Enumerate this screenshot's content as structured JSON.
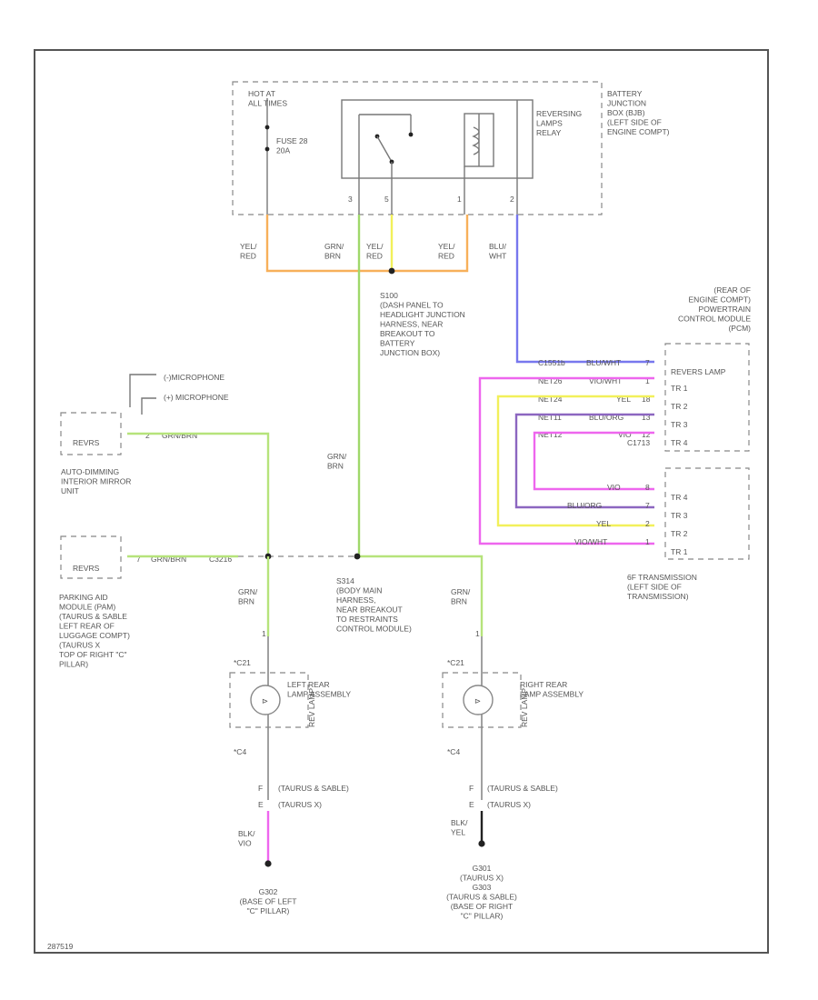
{
  "colors": {
    "orange": "#f7b05a",
    "green": "#9fd86a",
    "yellow": "#f2f05a",
    "blue": "#7777ee",
    "magenta": "#ee66ee",
    "purple": "#8c66c0",
    "lightgreen": "#b6e37b",
    "frame": "#555555"
  },
  "top": {
    "hot_at_battery": "HOT AT\nALL TIMES",
    "fuse": "FUSE 28\n20A",
    "relay": "REVERSING\nLAMPS\nRELAY",
    "bjb": "BATTERY\nJUNCTION\nBOX (BJB)\n(LEFT SIDE OF\nENGINE COMPT)",
    "pins": [
      "3",
      "5",
      "1",
      "2"
    ],
    "wire_yel_red_1": "YEL/\nRED",
    "wire_grn_brn": "GRN/\nBRN",
    "wire_yel_red_2": "YEL/\nRED",
    "wire_yel_red_3": "YEL/\nRED",
    "wire_blu_wht": "BLU/\nWHT",
    "splice_s100": "S100\n(DASH PANEL TO\nHEADLIGHT JUNCTION\nHARNESS, NEAR\nBREAKOUT TO\nBATTERY\nJUNCTION BOX)"
  },
  "pcm": {
    "location": "(REAR OF\nENGINE COMPT)\nPOWERTRAIN\nCONTROL MODULE\n(PCM)",
    "pins": [
      "REVERS LAMP",
      "TR 1",
      "TR 2",
      "TR 3",
      "TR 4"
    ],
    "wires": [
      [
        "C1551b",
        "BLU/WHT",
        "7"
      ],
      [
        "NET26",
        "VIO/WHT",
        "1"
      ],
      [
        "NET24",
        "YEL",
        "18"
      ],
      [
        "NET11",
        "BLU/ORG",
        "13"
      ],
      [
        "NET12",
        "VIO",
        "12"
      ]
    ],
    "connector": "C1713",
    "trans_pins": [
      "TR 4",
      "TR 3",
      "TR 2",
      "TR 1"
    ],
    "trans_wires": [
      [
        "VIO",
        "8"
      ],
      [
        "BLU/ORG",
        "7"
      ],
      [
        "YEL",
        "2"
      ],
      [
        "VIO/WHT",
        "1"
      ]
    ],
    "trans_label": "6F TRANSMISSION\n(LEFT SIDE OF\nTRANSMISSION)"
  },
  "mirror": {
    "mic1": "(-)MICROPHONE",
    "mic2": "(+) MICROPHONE",
    "rev": "REVRS",
    "pin": "2",
    "wire": "GRN/BRN",
    "label": "AUTO-DIMMING\nINTERIOR MIRROR\nUNIT"
  },
  "pam": {
    "rev": "REVRS",
    "pin": "7",
    "wire": "GRN/BRN",
    "conn": "C3216",
    "label": "PARKING AID\nMODULE (PAM)\n(TAURUS & SABLE\nLEFT REAR OF\nLUGGAGE COMPT)\n(TAURUS X\nTOP OF RIGHT \"C\"\nPILLAR)"
  },
  "splice_s314": {
    "label": "S314\n(BODY MAIN\nHARNESS,\nNEAR BREAKOUT\nTO RESTRAINTS\nCONTROL MODULE)",
    "wire_vertical": "GRN/\nBRN"
  },
  "lamps": {
    "left": {
      "wire_top": "GRN/\nBRN",
      "pin_top": "1",
      "conn_top": "*C21",
      "name": "LEFT REAR\nLAMP ASSEMBLY",
      "side": "REV LAMP",
      "conn_bot": "*C4",
      "pin_f": "F",
      "pin_e": "E",
      "note_f": "(TAURUS & SABLE)",
      "note_e": "(TAURUS X)",
      "wire_bot": "BLK/\nVIO",
      "ground": "G302\n(BASE OF LEFT\n\"C\" PILLAR)"
    },
    "right": {
      "wire_top": "GRN/\nBRN",
      "pin_top": "1",
      "conn_top": "*C21",
      "name": "RIGHT REAR\nLAMP ASSEMBLY",
      "side": "REV LAMP",
      "conn_bot": "*C4",
      "pin_f": "F",
      "pin_e": "E",
      "note_f": "(TAURUS & SABLE)",
      "note_e": "(TAURUS X)",
      "wire_bot": "BLK/\nYEL",
      "ground": "G301\n(TAURUS X)\nG303\n(TAURUS & SABLE)\n(BASE OF RIGHT\n\"C\" PILLAR)"
    }
  },
  "footer_code": "287519"
}
